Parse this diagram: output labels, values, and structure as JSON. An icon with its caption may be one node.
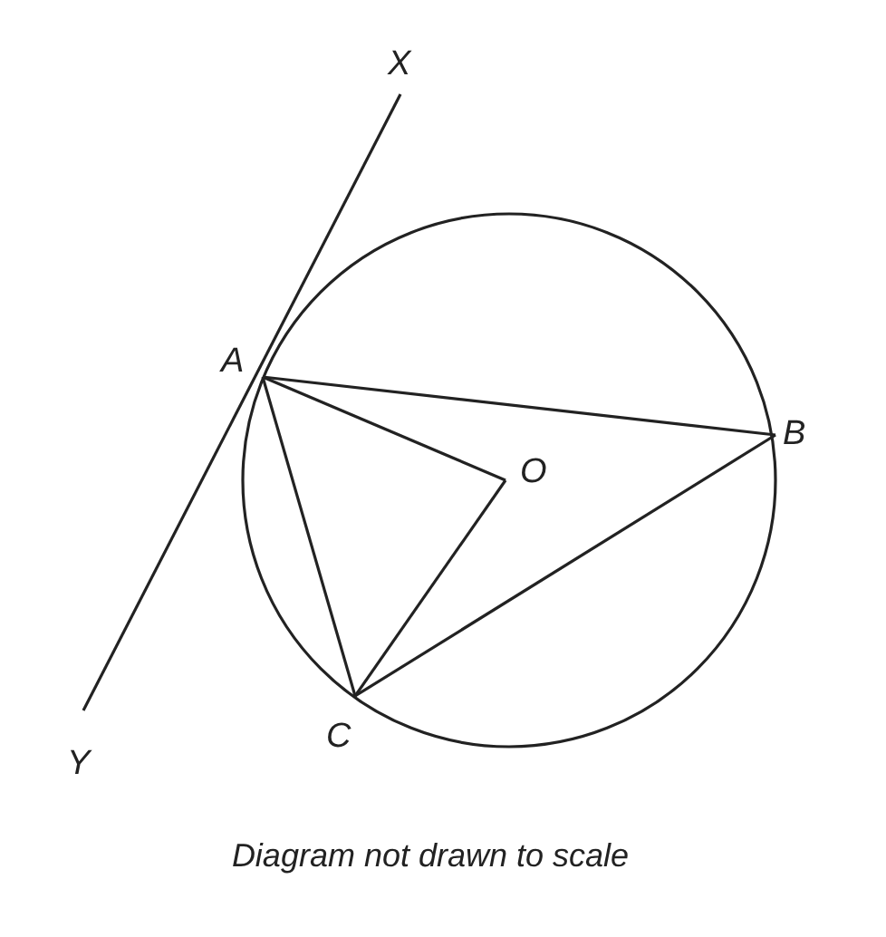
{
  "diagram": {
    "caption": "Diagram not drawn to scale",
    "nodes": [
      {
        "text": [],
        "shape": "circle"
      },
      {
        "text": [
          "X"
        ]
      },
      {
        "text": [
          "A"
        ]
      },
      {
        "text": [
          "B"
        ]
      },
      {
        "text": [
          "O"
        ],
        "in": 0
      },
      {
        "text": [
          "C"
        ]
      },
      {
        "text": [
          "Y"
        ]
      }
    ],
    "edges": [
      {
        "from": 1,
        "to": 6,
        "arrow": "none"
      },
      {
        "from": 2,
        "to": 3,
        "arrow": "none"
      },
      {
        "from": 2,
        "to": 4,
        "arrow": "none"
      },
      {
        "from": 4,
        "to": 5,
        "arrow": "none"
      },
      {
        "from": 2,
        "to": 5,
        "arrow": "none"
      },
      {
        "from": 5,
        "to": 3,
        "arrow": "none"
      }
    ]
  }
}
